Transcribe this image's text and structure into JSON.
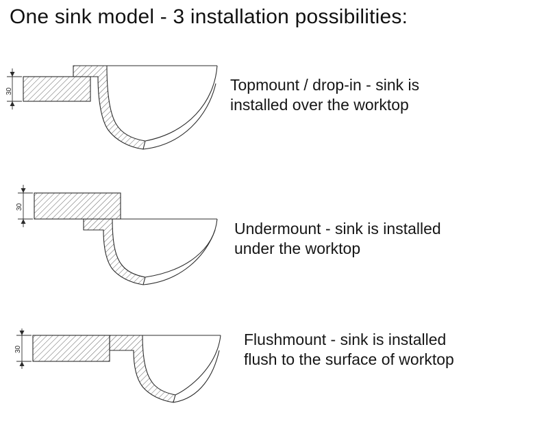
{
  "title": "One sink model - 3 installation possibilities:",
  "colors": {
    "background": "#ffffff",
    "line": "#2b2b2b",
    "hatch": "#5f5f5f",
    "text": "#161616"
  },
  "diagrams": [
    {
      "id": "topmount",
      "dimension_label": "30",
      "description_line1": "Topmount / drop-in - sink is",
      "description_line2": "installed over the worktop"
    },
    {
      "id": "undermount",
      "dimension_label": "30",
      "description_line1": "Undermount - sink is installed",
      "description_line2": "under the worktop"
    },
    {
      "id": "flushmount",
      "dimension_label": "30",
      "description_line1": "Flushmount - sink is installed",
      "description_line2": "flush to the surface of worktop"
    }
  ]
}
